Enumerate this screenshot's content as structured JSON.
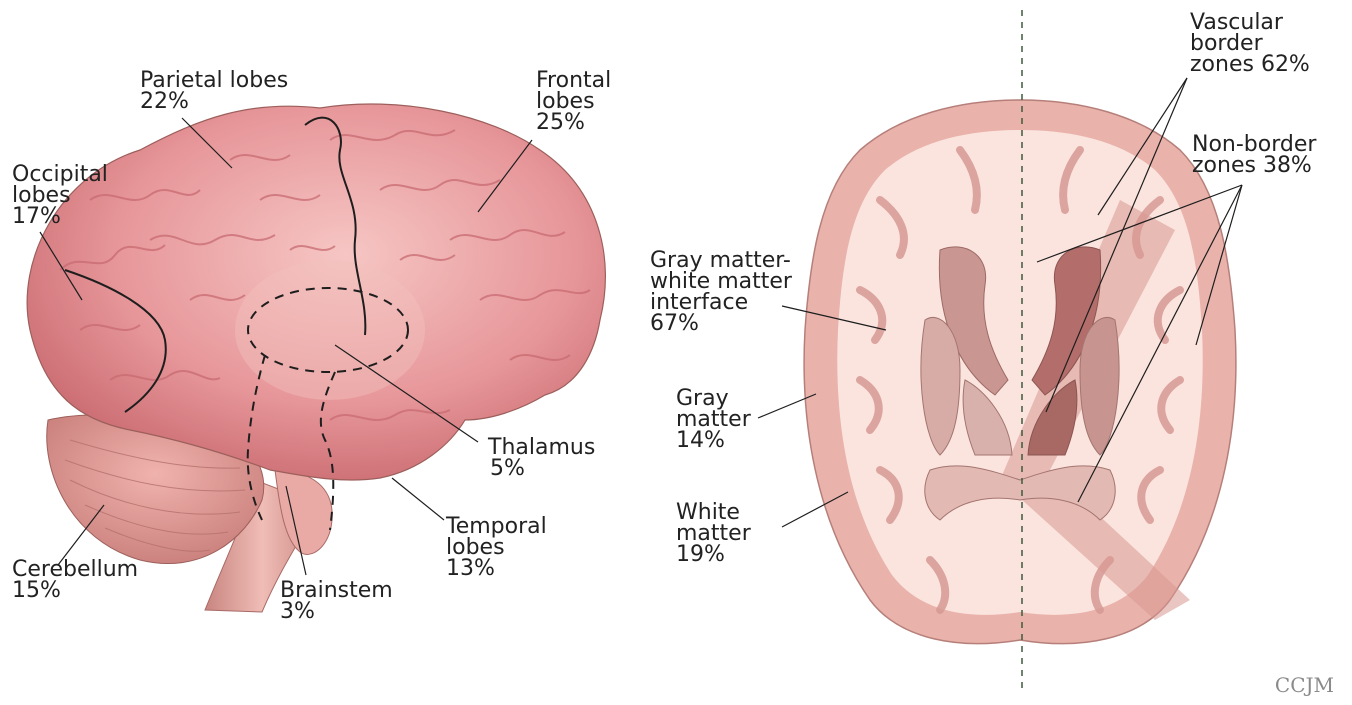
{
  "labels": {
    "parietal": {
      "name": "Parietal lobes",
      "pct": "22%"
    },
    "frontal": {
      "name_line1": "Frontal",
      "name_line2": "lobes",
      "pct": "25%"
    },
    "occipital": {
      "name_line1": "Occipital",
      "name_line2": "lobes",
      "pct": "17%"
    },
    "thalamus": {
      "name": "Thalamus",
      "pct": "5%"
    },
    "temporal": {
      "name_line1": "Temporal",
      "name_line2": "lobes",
      "pct": "13%"
    },
    "cerebellum": {
      "name": "Cerebellum",
      "pct": "15%"
    },
    "brainstem": {
      "name": "Brainstem",
      "pct": "3%"
    },
    "vascular_border": {
      "line1": "Vascular",
      "line2": "border",
      "line3": "zones 62%"
    },
    "non_border": {
      "line1": "Non-border",
      "line2": "zones 38%"
    },
    "gm_wm": {
      "line1": "Gray matter-",
      "line2": "white matter",
      "line3": "interface",
      "pct": "67%"
    },
    "gray": {
      "line1": "Gray",
      "line2": "matter",
      "pct": "14%"
    },
    "white": {
      "line1": "White",
      "line2": "matter",
      "pct": "19%"
    }
  },
  "credit": "CCJM",
  "colors": {
    "brain": "#e7979a",
    "brain_dark": "#c96a70",
    "cortex": "#e9b3ac",
    "white_matter": "#fbe4de",
    "deep_gray": "#b98582",
    "border_zone": "#e0a7a3",
    "line": "#333333"
  }
}
